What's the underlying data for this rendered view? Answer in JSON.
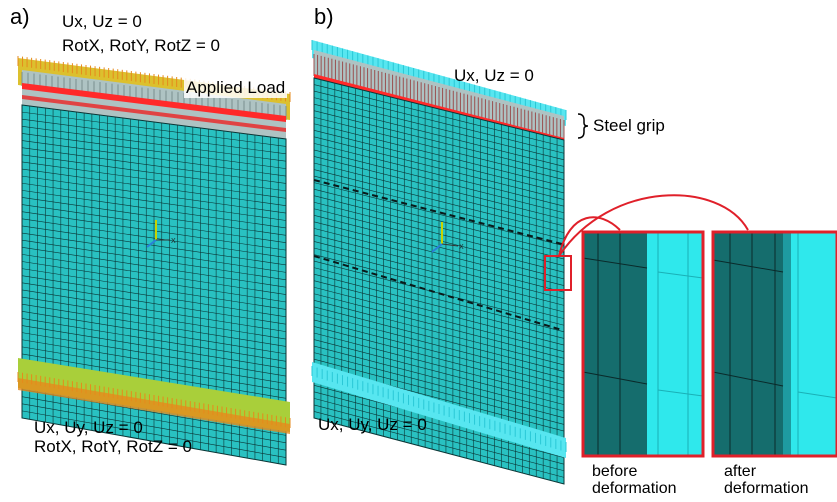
{
  "figure": {
    "colors": {
      "mesh_fill": "#29c1c1",
      "mesh_line": "#0a3535",
      "boundary_arrow": "#e68a1c",
      "support_top_a": "#dcc02e",
      "support_bottom_a": "#a9cf3a",
      "support_b": "#57e6f0",
      "load_red": "#ff2a2a",
      "grip_gray": "#aec3c3",
      "detail_border": "#e0202a",
      "detail_dark": "#156d6d",
      "detail_light": "#2fe8ec"
    },
    "panel_a": {
      "letter": "a)",
      "top_bc_line1": "Ux, Uz = 0",
      "top_bc_line2": "RotX, RotY, RotZ = 0",
      "load_label": "Applied Load",
      "bottom_bc_line1": "Ux, Uy, Uz = 0",
      "bottom_bc_line2": "RotX, RotY, RotZ = 0",
      "triad_x": "X"
    },
    "panel_b": {
      "letter": "b)",
      "top_bc": "Ux, Uz = 0",
      "grip_label": "Steel grip",
      "bottom_bc": "Ux, Uy, Uz = 0",
      "triad_x": "X"
    },
    "detail": {
      "before_line1": "before",
      "before_line2": "deformation",
      "after_line1": "after",
      "after_line2": "deformation"
    }
  }
}
